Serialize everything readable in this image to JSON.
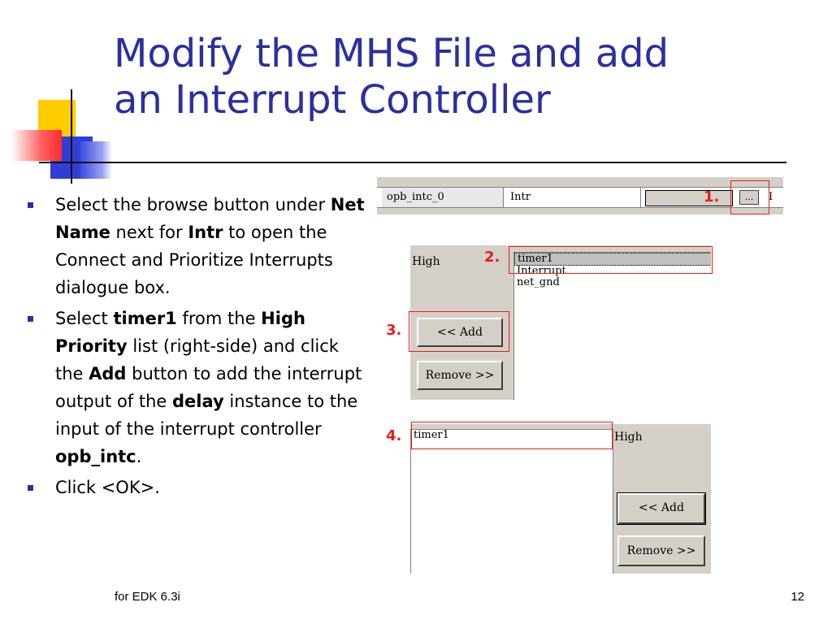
{
  "slide": {
    "title_line1": "Modify the MHS File and add",
    "title_line2": "an Interrupt Controller",
    "footer_left": "for EDK 6.3i",
    "page_number": "12",
    "accent_color": "#2b2f9e",
    "highlight_color": "#e81c1c"
  },
  "bullets": [
    {
      "parts": [
        "Select the browse button under ",
        "Net Name",
        " next for ",
        "Intr",
        " to open the Connect and Prioritize Interrupts dialogue box."
      ]
    },
    {
      "parts": [
        "Select ",
        "timer1",
        " from the ",
        "High Priority",
        " list (right-side) and click the ",
        "Add",
        " button to add the interrupt output of the ",
        "delay",
        " instance to the input of the interrupt controller ",
        "opb_intc",
        "."
      ]
    },
    {
      "parts": [
        "Click <OK>."
      ]
    }
  ],
  "step_labels": [
    "1.",
    "2.",
    "3.",
    "4."
  ],
  "ports_row": {
    "instance": "opb_intc_0",
    "port": "Intr",
    "browse_label": "...",
    "trailing": "I"
  },
  "interrupt_dialog_before": {
    "priority_label": "High",
    "available_list": [
      "timer1",
      "Interrupt",
      "net_gnd"
    ],
    "add_button": "<< Add",
    "remove_button": "Remove >>"
  },
  "interrupt_dialog_after": {
    "connected_list": [
      "timer1"
    ],
    "priority_label": "High",
    "add_button": "<< Add",
    "remove_button": "Remove >>"
  }
}
